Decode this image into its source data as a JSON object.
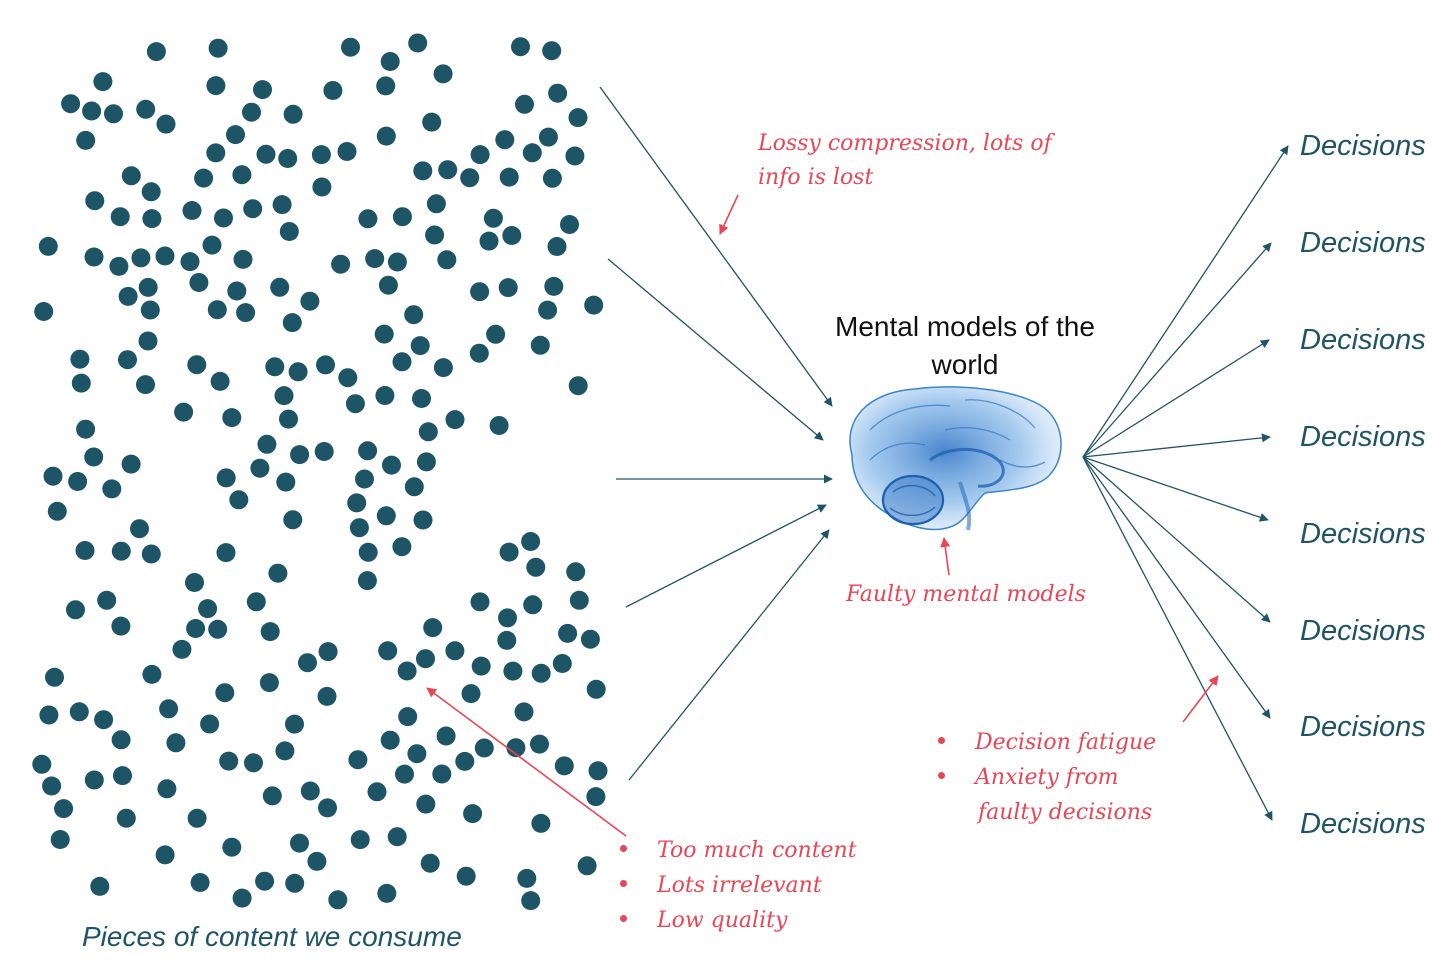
{
  "content_caption": "Pieces of content we consume",
  "mental_models_title": "Mental models of the world",
  "annotations": {
    "lossy_compression": "Lossy compression, lots of info is lost",
    "faulty_mental_models": "Faulty mental models",
    "decision_issues": [
      "Decision fatigue",
      "Anxiety from",
      "faulty decisions"
    ],
    "content_issues": [
      "Too much content",
      "Lots irrelevant",
      "Low quality"
    ]
  },
  "decisions": [
    "Decisions",
    "Decisions",
    "Decisions",
    "Decisions",
    "Decisions",
    "Decisions",
    "Decisions",
    "Decisions"
  ],
  "colors": {
    "dot": "#1d5567",
    "arrow": "#1f5466",
    "annotation": "#e84655",
    "brain": "#3a85cc"
  },
  "icons": {
    "brain": "brain-icon"
  }
}
